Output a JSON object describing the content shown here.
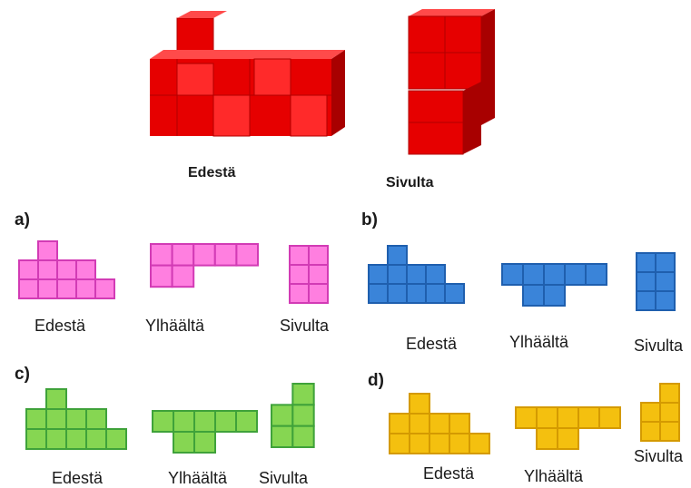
{
  "top": {
    "front_label": "Edestä",
    "side_label": "Sivulta",
    "cube_color": "#e60000"
  },
  "options": [
    {
      "letter": "a)",
      "color_fill": "#ff7fe0",
      "color_stroke": "#d23bb5",
      "labels": {
        "front": "Edestä",
        "top": "Ylhäältä",
        "side": "Sivulta"
      }
    },
    {
      "letter": "b)",
      "color_fill": "#3a84d9",
      "color_stroke": "#1f5fae",
      "labels": {
        "front": "Edestä",
        "top": "Ylhäältä",
        "side": "Sivulta"
      }
    },
    {
      "letter": "c)",
      "color_fill": "#86d652",
      "color_stroke": "#3fa23a",
      "labels": {
        "front": "Edestä",
        "top": "Ylhäältä",
        "side": "Sivulta"
      }
    },
    {
      "letter": "d)",
      "color_fill": "#f4c00f",
      "color_stroke": "#d49a00",
      "labels": {
        "front": "Edestä",
        "top": "Ylhäältä",
        "side": "Sivulta"
      }
    }
  ]
}
